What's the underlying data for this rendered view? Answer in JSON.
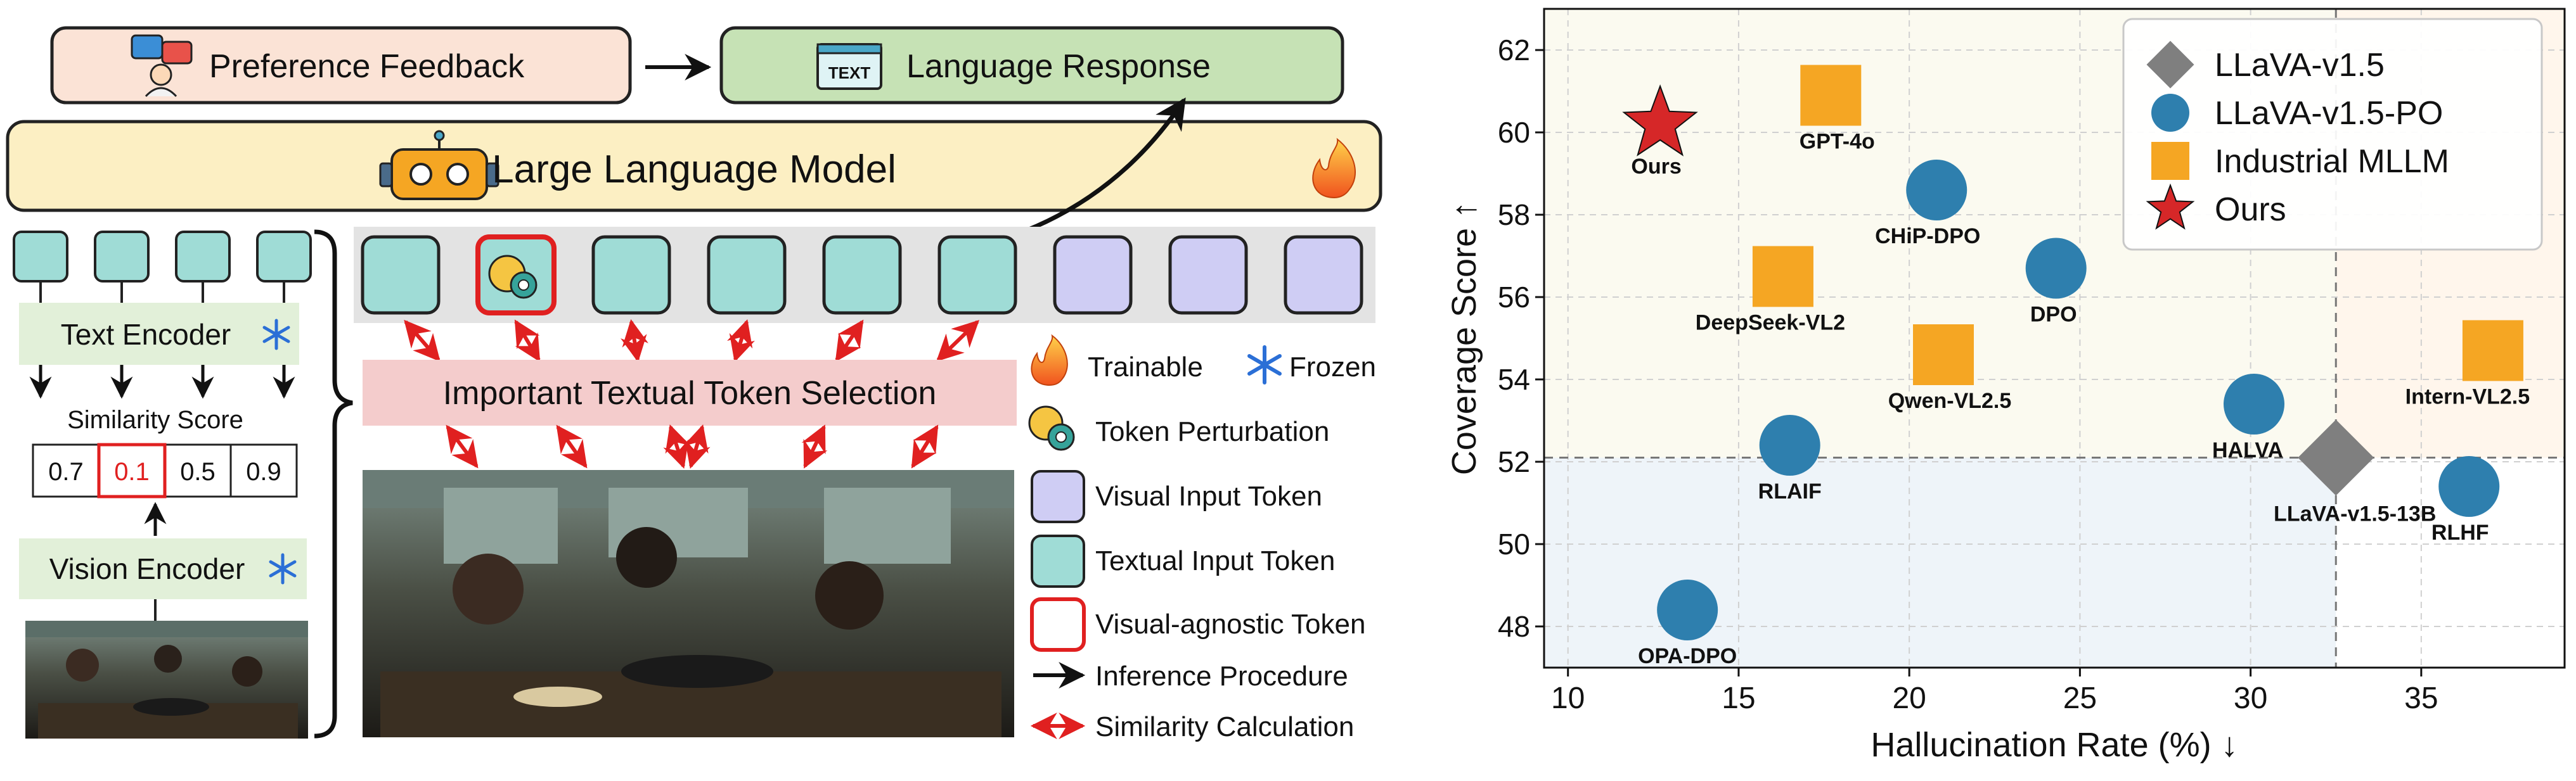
{
  "diagram": {
    "preference_feedback": "Preference Feedback",
    "language_response": "Language Response",
    "llm": "Large Language Model",
    "text_encoder": "Text Encoder",
    "similarity_title": "Similarity Score",
    "similarity_values": [
      "0.7",
      "0.1",
      "0.5",
      "0.9"
    ],
    "vision_encoder": "Vision Encoder",
    "token_selection": "Important Textual Token Selection",
    "icon_text_label": "TEXT",
    "legend": {
      "trainable": "Trainable",
      "frozen": "Frozen",
      "token_perturbation": "Token Perturbation",
      "visual_input_token": "Visual Input Token",
      "textual_input_token": "Textual Input Token",
      "visual_agnostic_token": "Visual-agnostic Token",
      "inference_procedure": "Inference Procedure",
      "similarity_calculation": "Similarity Calculation"
    },
    "colors": {
      "feedback_fill": "#fbe3d6",
      "response_fill": "#c6e2b5",
      "llm_fill": "#fcefc3",
      "encoder_fill": "#e2f0d9",
      "selection_fill": "#f4cccc",
      "text_token": "#9fdcd6",
      "visual_token": "#cfcdf4",
      "highlight": "#e02020",
      "strip": "#e3e3e3"
    }
  },
  "chart_data": {
    "type": "scatter",
    "xlabel": "Hallucination Rate (%) ↓",
    "ylabel": "Coverage Score ↑",
    "xlim": [
      9.3,
      39.2
    ],
    "ylim": [
      47.0,
      63.0
    ],
    "xticks": [
      "10",
      "15",
      "20",
      "25",
      "30",
      "35"
    ],
    "yticks": [
      "48",
      "50",
      "52",
      "54",
      "56",
      "58",
      "60",
      "62"
    ],
    "grid": true,
    "legend_position": "top-right",
    "reference_lines": {
      "x": 32.5,
      "y": 52.1
    },
    "series": [
      {
        "name": "LLaVA-v1.5",
        "marker": "diamond",
        "color": "#7f7f7f",
        "points": [
          {
            "label": "LLaVA-v1.5-13B",
            "x": 32.5,
            "y": 52.1
          }
        ]
      },
      {
        "name": "LLaVA-v1.5-PO",
        "marker": "circle",
        "color": "#2e7fae",
        "points": [
          {
            "label": "CHiP-DPO",
            "x": 20.8,
            "y": 58.6
          },
          {
            "label": "DPO",
            "x": 24.3,
            "y": 56.7
          },
          {
            "label": "HALVA",
            "x": 30.1,
            "y": 53.4
          },
          {
            "label": "RLAIF",
            "x": 16.5,
            "y": 52.4
          },
          {
            "label": "RLHF",
            "x": 36.4,
            "y": 51.4
          },
          {
            "label": "OPA-DPO",
            "x": 13.5,
            "y": 48.4
          }
        ]
      },
      {
        "name": "Industrial MLLM",
        "marker": "square",
        "color": "#f5a623",
        "points": [
          {
            "label": "GPT-4o",
            "x": 17.7,
            "y": 60.9
          },
          {
            "label": "DeepSeek-VL2",
            "x": 16.3,
            "y": 56.5
          },
          {
            "label": "Qwen-VL2.5",
            "x": 21.0,
            "y": 54.6
          },
          {
            "label": "Intern-VL2.5",
            "x": 37.1,
            "y": 54.7
          }
        ]
      },
      {
        "name": "Ours",
        "marker": "star",
        "color": "#d62728",
        "points": [
          {
            "label": "Ours",
            "x": 12.7,
            "y": 60.2
          }
        ]
      }
    ]
  }
}
